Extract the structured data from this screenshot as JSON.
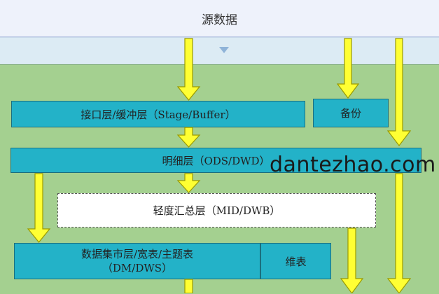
{
  "title": "源数据",
  "boxes": {
    "interface": "接口层/缓冲层（Stage/Buffer）",
    "backup": "备份",
    "detail": "明细层（ODS/DWD）",
    "summary": "轻度汇总层（MID/DWB）",
    "mart_line1": "数据集市层/宽表/主题表",
    "mart_line2": "（DM/DWS）",
    "dimension": "维表"
  },
  "watermark": "dantezhao.com",
  "colors": {
    "box_fill": "#23b2c8",
    "area_fill": "#a4d090",
    "arrow_fill": "#ffff33",
    "arrow_stroke": "#9a9a00"
  }
}
